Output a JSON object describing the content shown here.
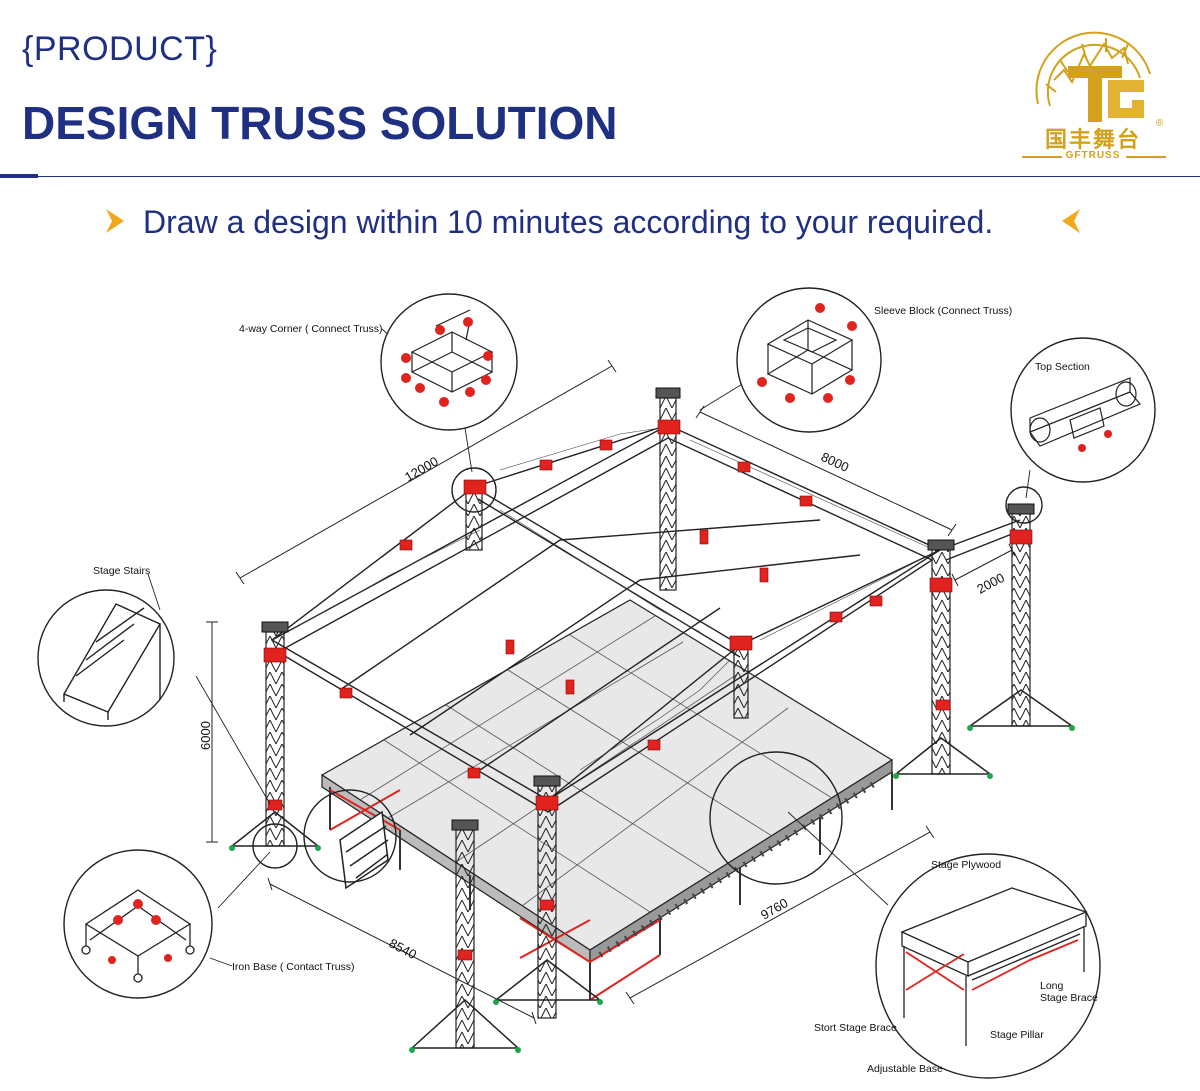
{
  "header": {
    "kicker": "{PRODUCT}",
    "title": "DESIGN TRUSS SOLUTION",
    "tagline": "Draw a design within 10 minutes according to your required."
  },
  "logo": {
    "cn": "国丰舞台",
    "en": "GFTRUSS",
    "reg": "®"
  },
  "dimensions": {
    "d12000": "12000",
    "d8000": "8000",
    "d2000": "2000",
    "d6000": "6000",
    "d8540": "8540",
    "d9760": "9760"
  },
  "callouts": {
    "corner": "4-way Corner ( Connect Truss)",
    "sleeve": "Sleeve Block (Connect Truss)",
    "top_section": "Top Section",
    "stairs": "Stage Stairs",
    "iron_base": "Iron Base ( Contact Truss)",
    "plywood": "Stage Plywood",
    "long_brace_1": "Long",
    "long_brace_2": "Stage Brace",
    "short_brace": "Stort Stage Brace",
    "pillar": "Stage Pillar",
    "adjustable_base": "Adjustable Base"
  },
  "colors": {
    "brand_blue": "#1f2f82",
    "logo_gold": "#d3a11c",
    "accent_arrow": "#f0a81c",
    "truss_red": "#e0231e"
  }
}
